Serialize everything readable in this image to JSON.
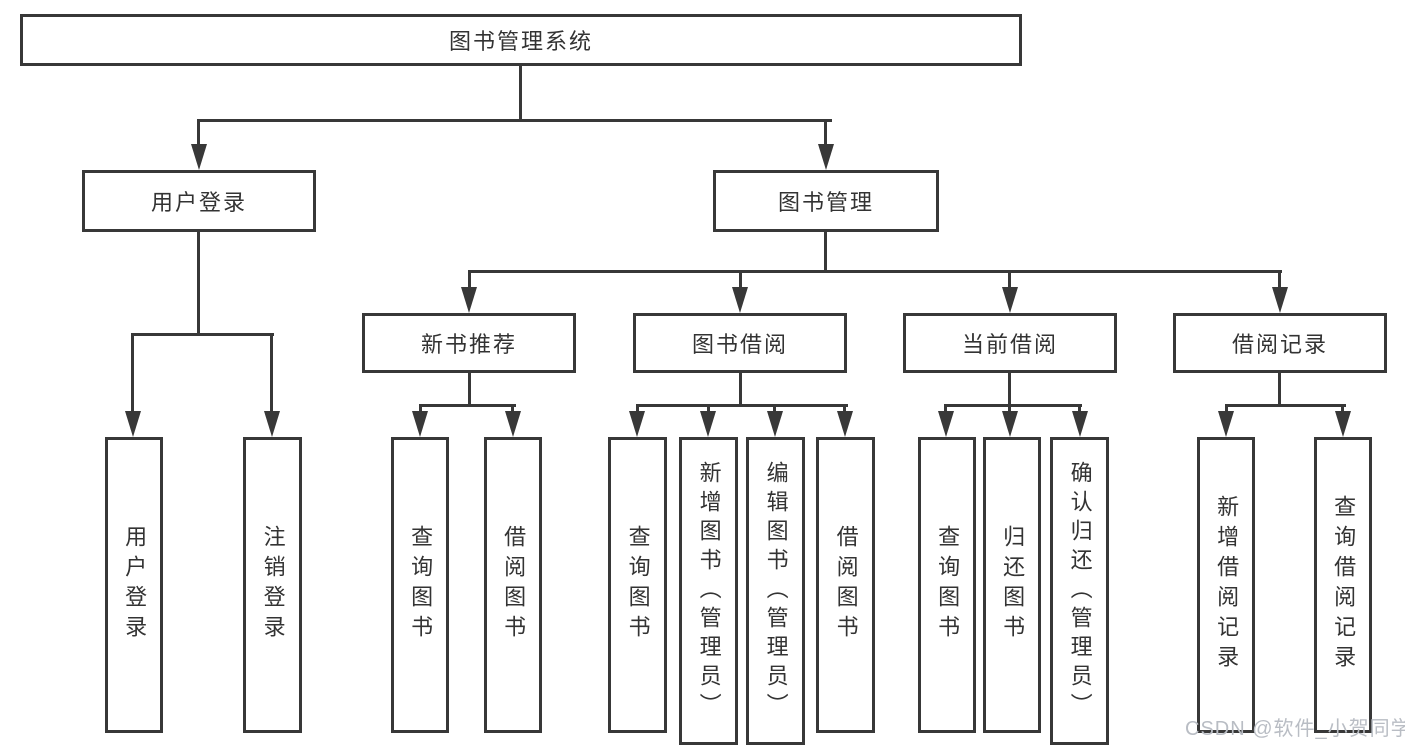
{
  "diagram": {
    "title": "图书管理系统",
    "colors": {
      "line": "#383838",
      "text": "#333333",
      "watermark": "#b9bdc4",
      "background": "#ffffff"
    },
    "nodes": {
      "root": "图书管理系统",
      "user_login_branch": "用户登录",
      "book_mgmt_branch": "图书管理",
      "leaf_user_login": "用户登录",
      "leaf_logout": "注销登录",
      "new_book_recommend": "新书推荐",
      "book_borrow": "图书借阅",
      "current_borrow": "当前借阅",
      "borrow_records": "借阅记录",
      "nbr_query_books": "查询图书",
      "nbr_borrow_books": "借阅图书",
      "bb_query_books": "查询图书",
      "bb_add_books_admin": "新增图书（管理员）",
      "bb_edit_books_admin": "编辑图书（管理员）",
      "bb_borrow_books": "借阅图书",
      "cb_query_books": "查询图书",
      "cb_return_books": "归还图书",
      "cb_confirm_return_admin": "确认归还（管理员）",
      "br_add_record": "新增借阅记录",
      "br_query_record": "查询借阅记录"
    },
    "watermark": "CSDN @软件_小贺同学"
  }
}
